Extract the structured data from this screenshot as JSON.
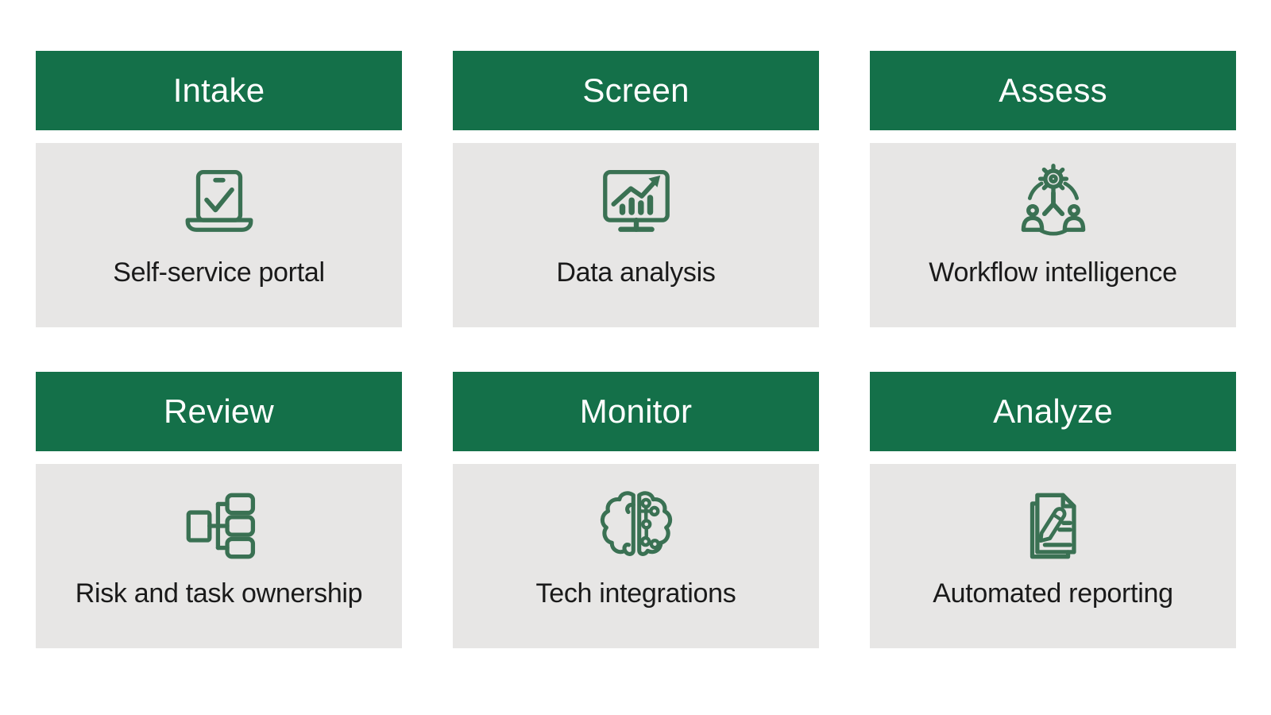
{
  "colors": {
    "header_bg": "#147049",
    "body_bg": "#e7e6e5",
    "icon_stroke": "#3a7153",
    "title_text": "#ffffff",
    "label_text": "#1a1a1a",
    "page_bg": "#ffffff"
  },
  "cards": [
    {
      "title": "Intake",
      "label": "Self-service portal",
      "icon": "laptop-check-icon"
    },
    {
      "title": "Screen",
      "label": "Data analysis",
      "icon": "monitor-chart-icon"
    },
    {
      "title": "Assess",
      "label": "Workflow intelligence",
      "icon": "people-gear-network-icon"
    },
    {
      "title": "Review",
      "label": "Risk and task ownership",
      "icon": "hierarchy-icon"
    },
    {
      "title": "Monitor",
      "label": "Tech integrations",
      "icon": "brain-circuit-icon"
    },
    {
      "title": "Analyze",
      "label": "Automated reporting",
      "icon": "documents-pencil-icon"
    }
  ]
}
